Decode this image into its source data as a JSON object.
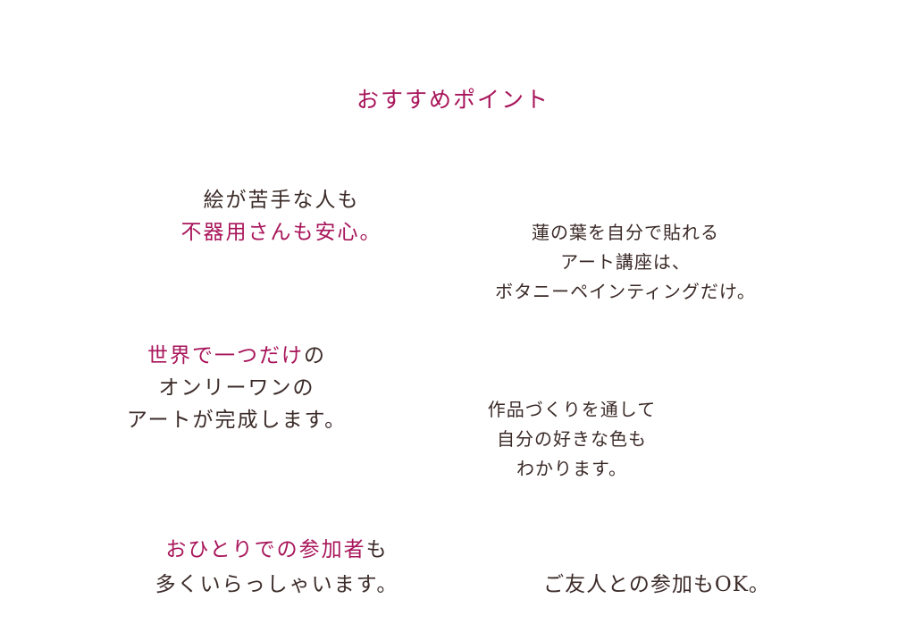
{
  "title": "おすすめポイント",
  "points": [
    {
      "lines": [
        "絵が苦手な人も",
        "不器用さんも安心。"
      ]
    },
    {
      "lines": [
        "蓮の葉を自分で貼れる",
        "アート講座は、",
        "ボタニーペインティングだけ。"
      ]
    },
    {
      "accent": "世界で一つだけ",
      "rest": "の",
      "lines": [
        "オンリーワンの",
        "アートが完成します。"
      ]
    },
    {
      "lines": [
        "作品づくりを通して",
        "自分の好きな色も",
        "わかります。"
      ]
    },
    {
      "accent": "おひとりでの参加者",
      "rest": "も",
      "lines": [
        "多くいらっしゃいます。"
      ]
    },
    {
      "lines": [
        "ご友人との参加もOK。"
      ]
    }
  ],
  "colors": {
    "accent": "#a8145a",
    "text": "#3b2b28"
  }
}
